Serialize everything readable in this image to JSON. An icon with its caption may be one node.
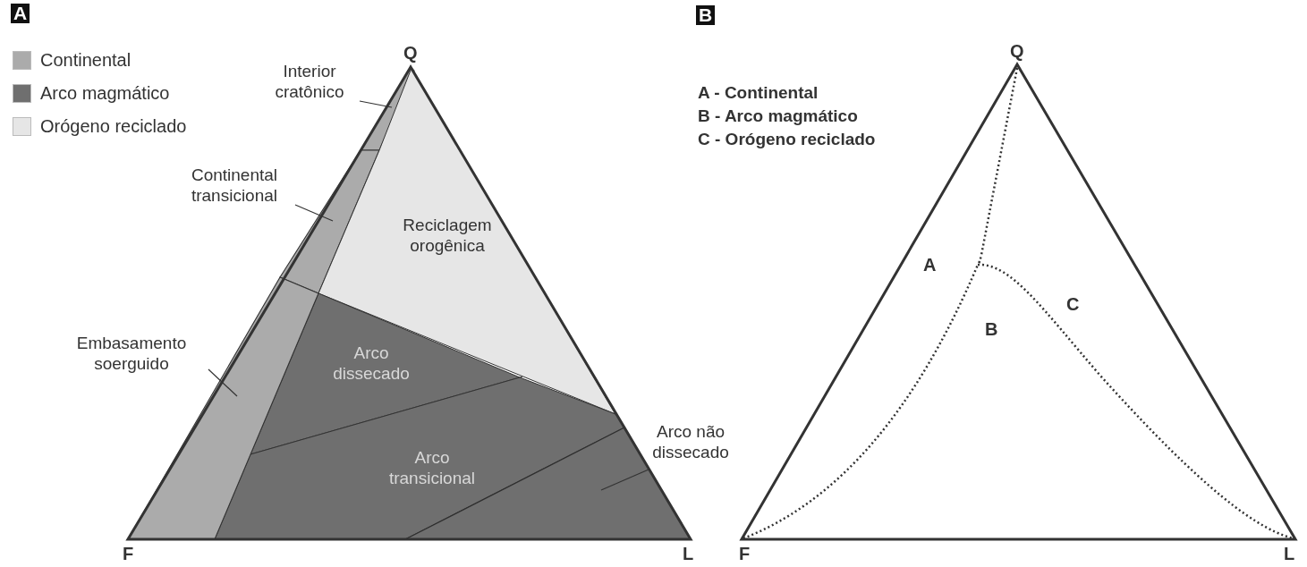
{
  "diagram": {
    "nodes": [
      {
        "text": [
          "Interior cratônico"
        ]
      },
      {
        "text": [],
        "shape": "band"
      },
      {
        "text": [
          "Continental transicional"
        ]
      },
      {
        "text": [],
        "shape": "band"
      },
      {
        "text": [
          "Reciclagem orogênica"
        ]
      },
      {
        "text": [
          "Arco dissecado"
        ]
      },
      {
        "text": [
          "Arco transicional"
        ]
      },
      {
        "text": [
          "Embasamento soerguido"
        ]
      },
      {
        "text": [],
        "shape": "band"
      },
      {
        "text": [
          "Arco não dissecado"
        ]
      },
      {
        "text": [],
        "shape": "triangle"
      }
    ],
    "edges": [
      {
        "from": 0,
        "to": 1,
        "arrow": "none"
      },
      {
        "from": 2,
        "to": 3,
        "arrow": "none"
      },
      {
        "from": 7,
        "to": 8,
        "arrow": "none"
      },
      {
        "from": 9,
        "to": 10,
        "arrow": "none"
      }
    ],
    "labels": [
      "A",
      "Q",
      "F",
      "L",
      "B",
      "Q",
      "A - Continental",
      "B - Arco magmático",
      "C - Orógeno reciclado",
      "A",
      "B",
      "C",
      "F",
      "L"
    ],
    "legend": [
      {
        "text": "Continental",
        "color": "#ababab"
      },
      {
        "text": "Arco magmático",
        "color": "#6f6f6f"
      },
      {
        "text": "Orógeno reciclado",
        "color": "#e6e6e6"
      }
    ]
  }
}
